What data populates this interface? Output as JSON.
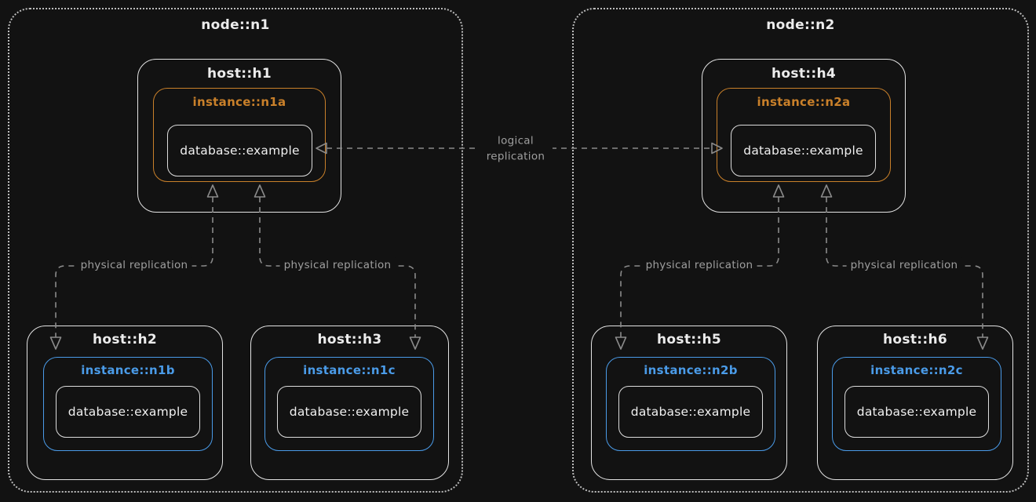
{
  "colors": {
    "background": "#121212",
    "primary_instance_accent": "#c9802a",
    "replica_instance_accent": "#4a9be8",
    "container_border": "#e3e3e3",
    "edge_stroke": "#8a8a8a",
    "edge_label_text": "#9f9f9f",
    "title_text": "#ececec"
  },
  "nodes": [
    {
      "label": "node::n1",
      "hosts": [
        {
          "label": "host::h1",
          "instance": {
            "label": "instance::n1a",
            "role": "primary",
            "database": {
              "label": "database::example"
            }
          }
        },
        {
          "label": "host::h2",
          "instance": {
            "label": "instance::n1b",
            "role": "replica",
            "database": {
              "label": "database::example"
            }
          }
        },
        {
          "label": "host::h3",
          "instance": {
            "label": "instance::n1c",
            "role": "replica",
            "database": {
              "label": "database::example"
            }
          }
        }
      ]
    },
    {
      "label": "node::n2",
      "hosts": [
        {
          "label": "host::h4",
          "instance": {
            "label": "instance::n2a",
            "role": "primary",
            "database": {
              "label": "database::example"
            }
          }
        },
        {
          "label": "host::h5",
          "instance": {
            "label": "instance::n2b",
            "role": "replica",
            "database": {
              "label": "database::example"
            }
          }
        },
        {
          "label": "host::h6",
          "instance": {
            "label": "instance::n2c",
            "role": "replica",
            "database": {
              "label": "database::example"
            }
          }
        }
      ]
    }
  ],
  "edges": [
    {
      "label": "logical replication",
      "from": "database::example (instance::n1a)",
      "to": "database::example (instance::n2a)",
      "direction": "bidirectional",
      "style": "dashed"
    },
    {
      "label": "physical replication",
      "from": "instance::n1b",
      "to": "instance::n1a",
      "direction": "bidirectional",
      "style": "dashed"
    },
    {
      "label": "physical replication",
      "from": "instance::n1c",
      "to": "instance::n1a",
      "direction": "bidirectional",
      "style": "dashed"
    },
    {
      "label": "physical replication",
      "from": "instance::n2b",
      "to": "instance::n2a",
      "direction": "bidirectional",
      "style": "dashed"
    },
    {
      "label": "physical replication",
      "from": "instance::n2c",
      "to": "instance::n2a",
      "direction": "bidirectional",
      "style": "dashed"
    }
  ]
}
